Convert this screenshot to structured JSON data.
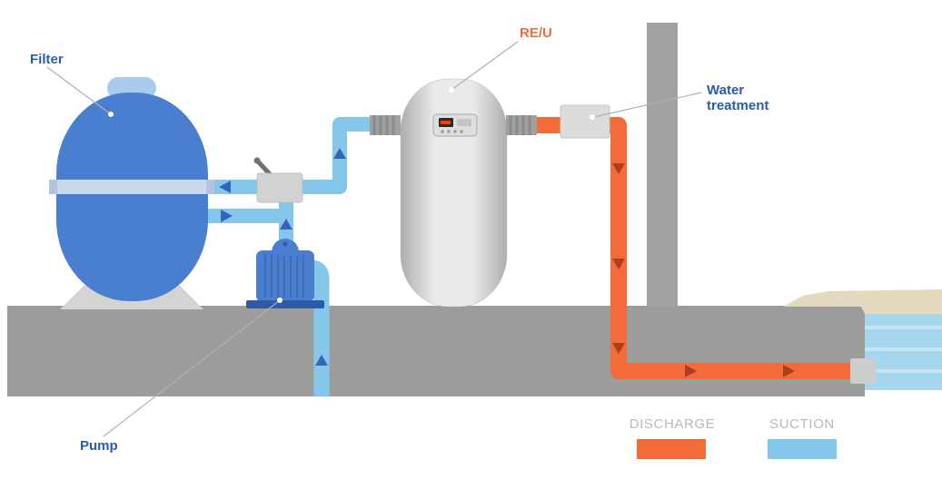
{
  "labels": {
    "filter": "Filter",
    "pump": "Pump",
    "reu": "RE/U",
    "water_treatment": "Water treatment"
  },
  "legend": {
    "discharge": "DISCHARGE",
    "suction": "SUCTION"
  },
  "colors": {
    "discharge": "#F26C3A",
    "discharge_arrow": "#AD3F1D",
    "suction": "#85C7EA",
    "suction_arrow": "#3565B8",
    "filter_blue": "#4A7FD0",
    "filter_cap": "#A9CBEE",
    "label_blue": "#2B5CA8",
    "ground": "#9C9C9B",
    "pillar": "#A2A2A1",
    "sand": "#E2D9BE",
    "water": "#A6D7EF",
    "water_stripe": "#C3E5F5",
    "legend_text": "#B9B9B9"
  }
}
